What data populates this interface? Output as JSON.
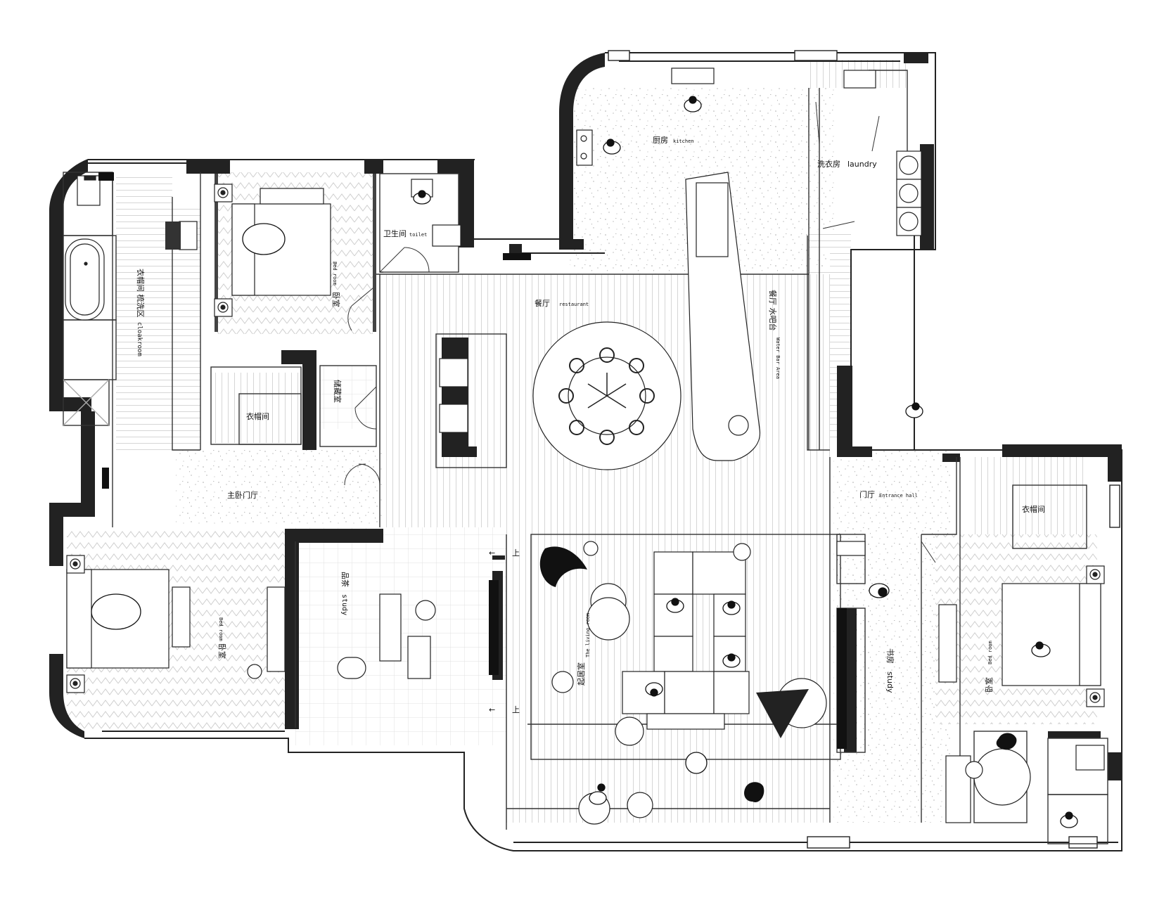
{
  "rooms": {
    "cloakroom_master": {
      "cn": "衣帽间 梳洗区",
      "en": "cloakroom"
    },
    "bedroom_top": {
      "cn": "卧室",
      "en": "Bed room"
    },
    "toilet": {
      "cn": "卫生间",
      "en": "toilet"
    },
    "storage": {
      "cn": "储藏室"
    },
    "cloakroom_mid": {
      "cn": "衣帽间"
    },
    "master_hall": {
      "cn": "主卧门厅"
    },
    "bedroom_left": {
      "cn": "卧室",
      "en": "Bed room"
    },
    "tea_study": {
      "cn": "品茶",
      "en": "study"
    },
    "restaurant": {
      "cn": "餐厅",
      "en": "restaurant"
    },
    "kitchen": {
      "cn": "厨房",
      "en": "kitchen"
    },
    "laundry": {
      "cn": "洗衣房",
      "en": "laundry"
    },
    "water_bar": {
      "cn": "餐厅 水吧台",
      "en": "Water Bar Area"
    },
    "living_room": {
      "cn": "起居室",
      "en": "The living room"
    },
    "entrance_hall": {
      "cn": "门厅",
      "en": "Entrance hall"
    },
    "cloakroom_right": {
      "cn": "衣帽间"
    },
    "study_right": {
      "cn": "书房",
      "en": "study"
    },
    "bedroom_right": {
      "cn": "卧室",
      "en": "Bed room"
    }
  },
  "stairs": {
    "arrow": "←",
    "up": "上"
  }
}
